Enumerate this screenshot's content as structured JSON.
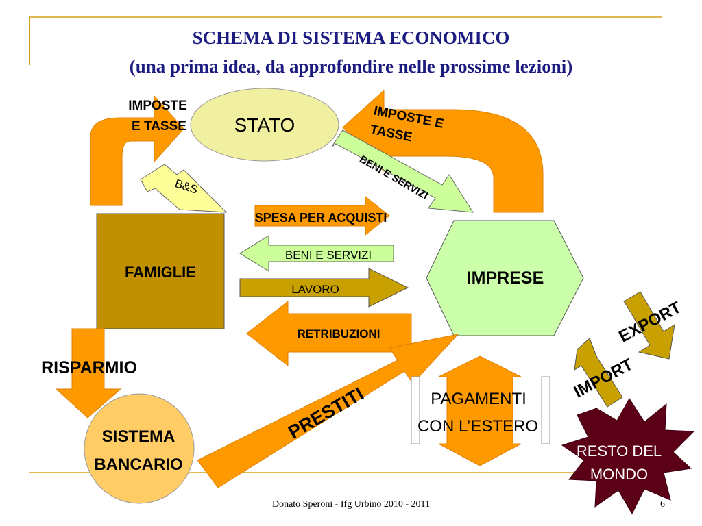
{
  "slide": {
    "title": "SCHEMA DI SISTEMA ECONOMICO",
    "subtitle": "(una prima idea, da approfondire nelle prossime lezioni)",
    "footer_text": "Donato Speroni - Ifg Urbino 2010 - 2011",
    "page_number": "6"
  },
  "nodes": {
    "stato": "STATO",
    "famiglie": "FAMIGLIE",
    "imprese": "IMPRESE",
    "sistema_bancario": [
      "SISTEMA",
      "BANCARIO"
    ],
    "resto_del_mondo": [
      "RESTO DEL",
      "MONDO"
    ],
    "pagamenti_estero": [
      "PAGAMENTI",
      "CON L’ESTERO"
    ]
  },
  "flows": {
    "imposte_tasse_left": [
      "IMPOSTE",
      "E TASSE"
    ],
    "imposte_tasse_right": [
      "IMPOSTE E",
      "TASSE"
    ],
    "beni_servizi_stato": "BENI E SERVIZI",
    "bs": "B&S",
    "spesa_acquisti": "SPESA PER ACQUISTI",
    "beni_servizi": "BENI E SERVIZI",
    "lavoro": "LAVORO",
    "retribuzioni": "RETRIBUZIONI",
    "risparmio": "RISPARMIO",
    "prestiti": "PRESTITI",
    "export": "EXPORT",
    "import": "IMPORT"
  },
  "colors": {
    "title": "#1c1c80",
    "gold_line": "#d4a017",
    "orange": "#ff9900",
    "light_orange": "#ffcc66",
    "olive": "#c8a000",
    "famiglie_fill": "#c09000",
    "stato_fill": "#f0f0a0",
    "imprese_fill": "#ccffaa",
    "yellow_arrow": "#ffff99",
    "light_green_arrow": "#ccff99",
    "burgundy": "#5c0018"
  }
}
